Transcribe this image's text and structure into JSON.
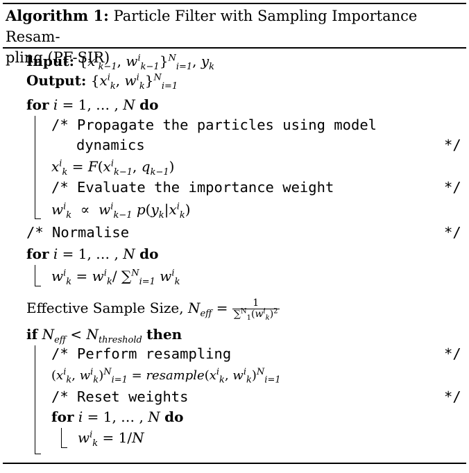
{
  "algorithm": {
    "label": "Algorithm 1:",
    "title": "Particle Filter with Sampling Importance Resam-pling (PF-SIR)",
    "title_line1": "Particle Filter with Sampling Importance Resam-",
    "title_line2": "pling (PF-SIR)"
  },
  "keywords": {
    "input": "Input:",
    "output": "Output:",
    "for": "for",
    "do": "do",
    "if": "if",
    "then": "then"
  },
  "comments": {
    "open": "/*",
    "close": "*/",
    "propagate_1": "Propagate the particles using model",
    "propagate_2": "dynamics",
    "evaluate": "Evaluate the importance weight",
    "normalise": "Normalise",
    "resample": "Perform resampling",
    "reset": "Reset weights"
  },
  "text": {
    "ess": "Effective Sample Size,"
  }
}
